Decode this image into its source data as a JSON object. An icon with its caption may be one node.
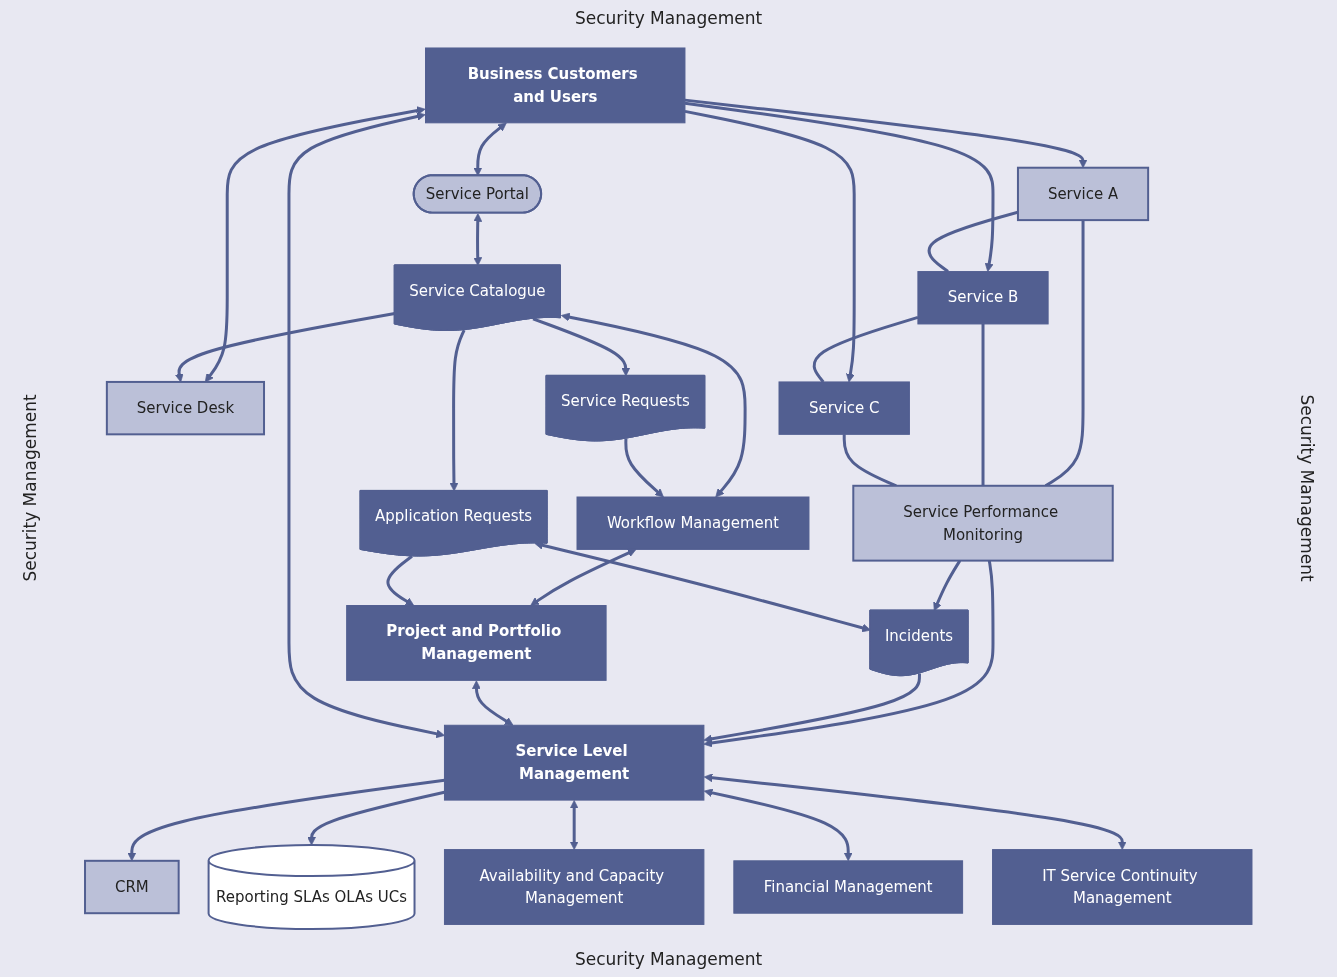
{
  "diagram": {
    "nodes": [
      {
        "text": [
          "Service Portal"
        ]
      },
      {
        "text": [
          "Service Desk"
        ]
      },
      {
        "text": [
          "Service Catalogue"
        ]
      },
      {
        "text": [
          "Service Requests"
        ]
      },
      {
        "text": [
          "Workflow Management"
        ]
      },
      {
        "text": [
          "Business Customers and Users"
        ]
      },
      {
        "text": [
          "Service A"
        ]
      },
      {
        "text": [
          "Service B"
        ]
      },
      {
        "text": [
          "Service C"
        ]
      },
      {
        "text": [
          "Service Performance Monitoring"
        ]
      },
      {
        "text": [
          "Application Requests"
        ]
      },
      {
        "text": [
          "Incidents"
        ]
      },
      {
        "text": [
          "Project and Portfolio Management"
        ]
      },
      {
        "text": [
          "Service Level Management"
        ]
      },
      {
        "text": [
          "CRM"
        ]
      },
      {
        "text": [
          "Availability and Capacity Management"
        ]
      },
      {
        "text": [
          "Financial Management"
        ]
      },
      {
        "text": [
          "IT Service Continuity Management"
        ]
      },
      {
        "text": [
          "Reporting SLAs OLAs UCs"
        ]
      }
    ],
    "edges": [
      {
        "from": 5,
        "to": 0,
        "arrow": "both"
      },
      {
        "from": 5,
        "to": 1,
        "arrow": "both"
      },
      {
        "from": 0,
        "to": 2,
        "arrow": "both"
      },
      {
        "from": 2,
        "to": 1,
        "arrow": "to"
      },
      {
        "from": 2,
        "to": 10,
        "arrow": "to"
      },
      {
        "from": 2,
        "to": 3,
        "arrow": "to"
      },
      {
        "from": 2,
        "to": 4,
        "arrow": "both"
      },
      {
        "from": 3,
        "to": 4,
        "arrow": "to"
      },
      {
        "from": 4,
        "to": 12,
        "arrow": "both"
      },
      {
        "from": 5,
        "to": 6,
        "arrow": "to"
      },
      {
        "from": 5,
        "to": 7,
        "arrow": "to"
      },
      {
        "from": 5,
        "to": 8,
        "arrow": "to"
      },
      {
        "from": 6,
        "to": 7,
        "arrow": "none"
      },
      {
        "from": 7,
        "to": 8,
        "arrow": "none"
      },
      {
        "from": 6,
        "to": 9,
        "arrow": "none"
      },
      {
        "from": 7,
        "to": 9,
        "arrow": "none"
      },
      {
        "from": 8,
        "to": 9,
        "arrow": "none"
      },
      {
        "from": 9,
        "to": 11,
        "arrow": "to"
      },
      {
        "from": 9,
        "to": 13,
        "arrow": "to"
      },
      {
        "from": 10,
        "to": 11,
        "arrow": "both"
      },
      {
        "from": 10,
        "to": 12,
        "arrow": "to"
      },
      {
        "from": 11,
        "to": 13,
        "arrow": "to"
      },
      {
        "from": 12,
        "to": 13,
        "arrow": "both"
      },
      {
        "from": 5,
        "to": 13,
        "arrow": "both"
      },
      {
        "from": 13,
        "to": 14,
        "arrow": "to"
      },
      {
        "from": 13,
        "to": 18,
        "arrow": "to"
      },
      {
        "from": 13,
        "to": 15,
        "arrow": "both"
      },
      {
        "from": 13,
        "to": 16,
        "arrow": "both"
      },
      {
        "from": 13,
        "to": 17,
        "arrow": "both"
      }
    ],
    "labels": [
      "Security Management",
      "Security Management",
      "Security Management",
      "Security Management"
    ]
  }
}
